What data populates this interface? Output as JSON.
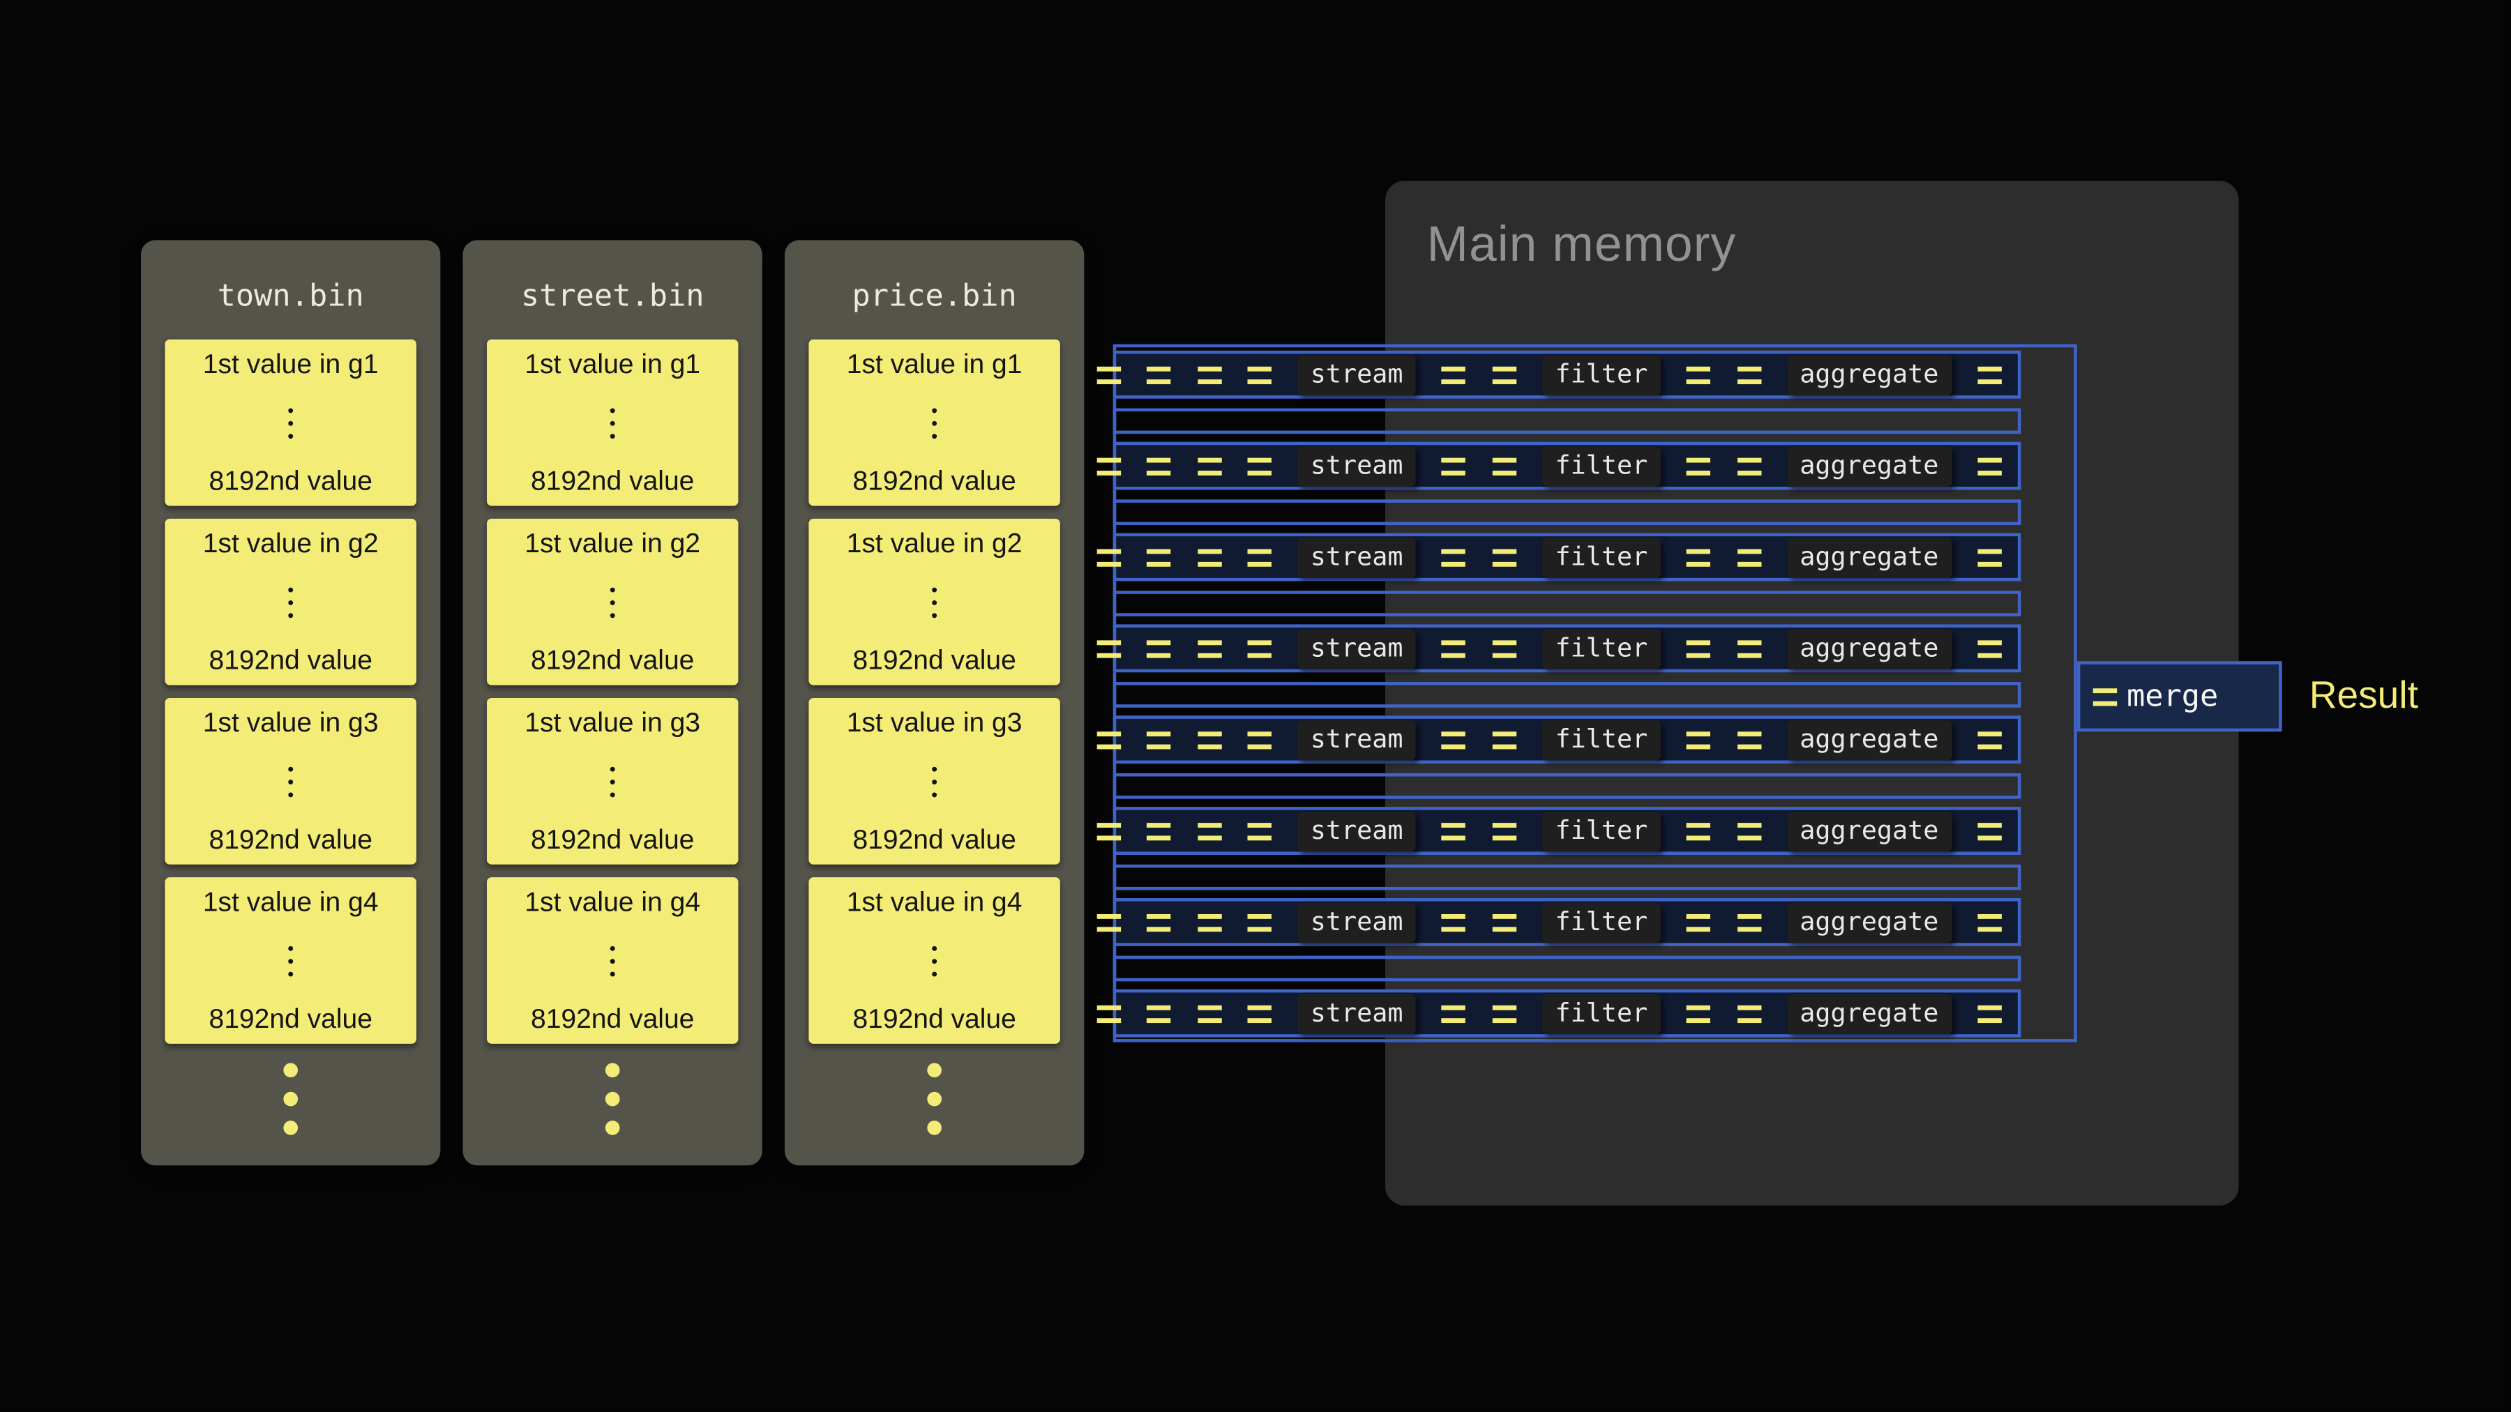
{
  "files": [
    {
      "name": "town.bin"
    },
    {
      "name": "street.bin"
    },
    {
      "name": "price.bin"
    }
  ],
  "blocks": [
    {
      "first": "1st value in g1",
      "last": "8192nd value"
    },
    {
      "first": "1st value in g2",
      "last": "8192nd value"
    },
    {
      "first": "1st value in g3",
      "last": "8192nd value"
    },
    {
      "first": "1st value in g4",
      "last": "8192nd value"
    }
  ],
  "main_memory": {
    "title": "Main memory"
  },
  "pipeline": {
    "row_count": 8,
    "stages": {
      "stream": "stream",
      "filter": "filter",
      "aggregate": "aggregate"
    }
  },
  "merge": {
    "label": "merge"
  },
  "result": {
    "label": "Result"
  },
  "colors": {
    "yellow": "#f3ec76",
    "blue_border": "#3f63c6",
    "row_fill": "#101a30",
    "panel_bg": "#2d2d2d",
    "column_bg": "#55544b",
    "badge_bg": "#1f1f1f",
    "merge_fill": "#182848",
    "title_gray": "#929292",
    "bg": "#050505"
  }
}
